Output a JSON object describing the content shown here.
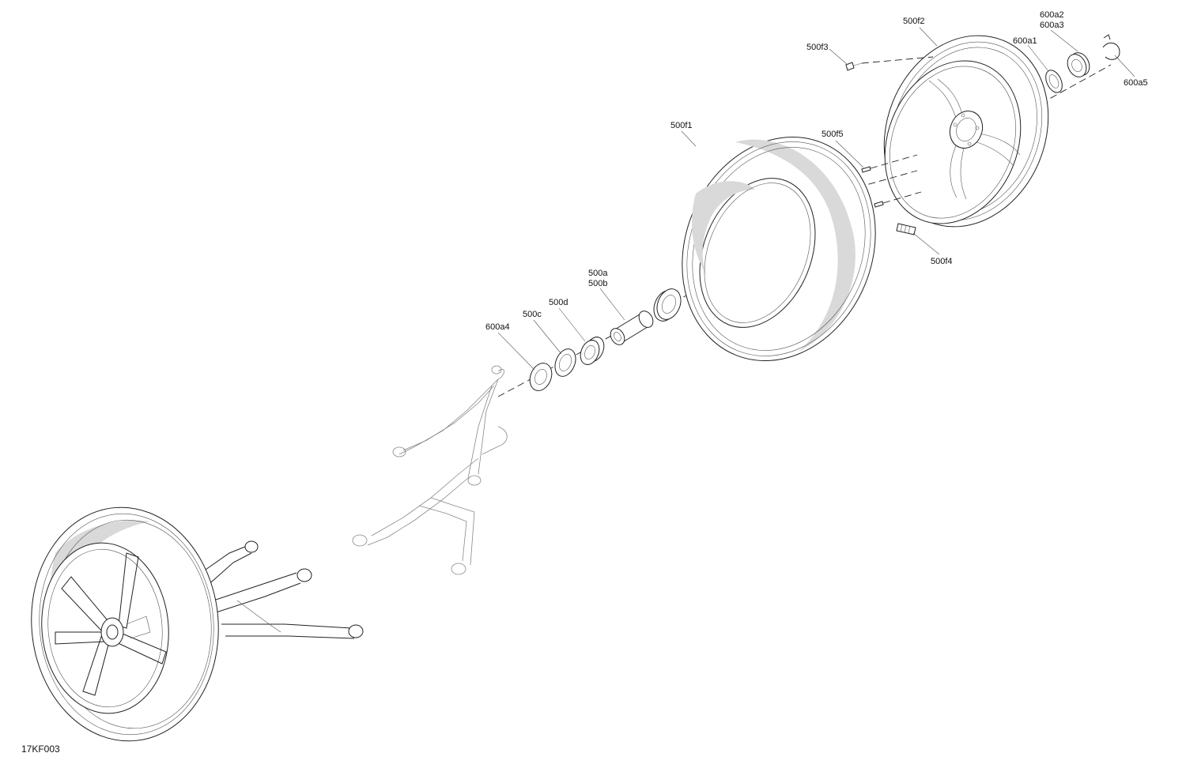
{
  "diagram": {
    "figure_id": "17KF003",
    "callouts": {
      "c_500f2": "500f2",
      "c_600a2": "600a2",
      "c_600a3": "600a3",
      "c_500f3": "500f3",
      "c_600a1": "600a1",
      "c_600a5": "600a5",
      "c_500f1": "500f1",
      "c_500f5": "500f5",
      "c_500f4": "500f4",
      "c_500a": "500a",
      "c_500b": "500b",
      "c_500d": "500d",
      "c_500c": "500c",
      "c_600a4": "600a4"
    }
  }
}
